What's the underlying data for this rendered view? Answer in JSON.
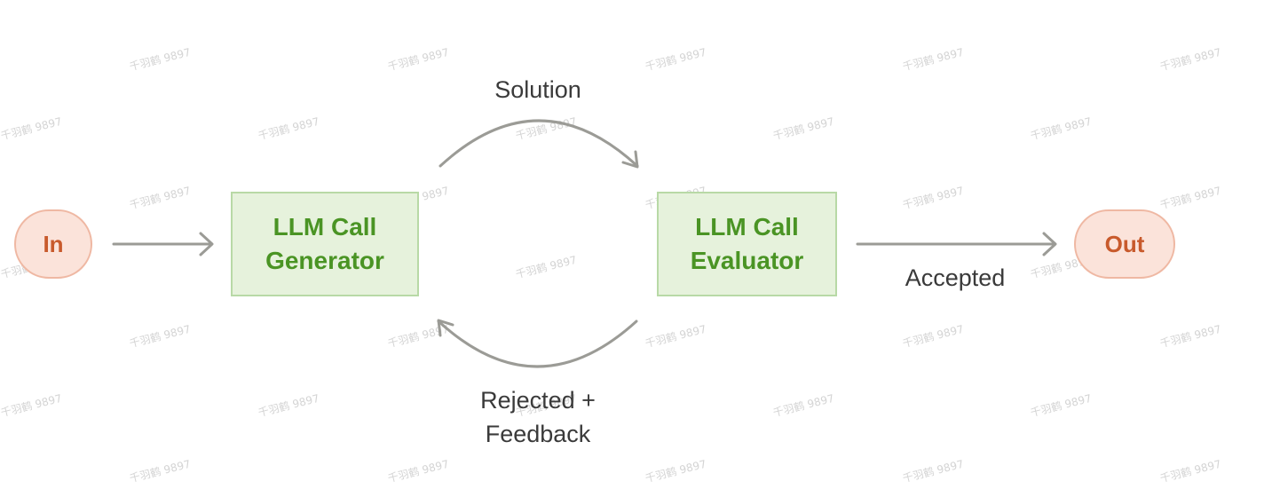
{
  "nodes": {
    "input": "In",
    "output": "Out",
    "generator": {
      "line1": "LLM Call",
      "line2": "Generator"
    },
    "evaluator": {
      "line1": "LLM Call",
      "line2": "Evaluator"
    }
  },
  "edges": {
    "solution": "Solution",
    "rejected": {
      "line1": "Rejected +",
      "line2": "Feedback"
    },
    "accepted": "Accepted"
  },
  "watermark": "千羽鹤 9897",
  "colors": {
    "pill_fill": "#fbe3da",
    "pill_border": "#efb8a3",
    "pill_text": "#c85a2c",
    "box_fill": "#e6f2dc",
    "box_border": "#b8d9a6",
    "box_text": "#4a9424",
    "arrow": "#9b9b96",
    "label_text": "#3a3a3a"
  }
}
